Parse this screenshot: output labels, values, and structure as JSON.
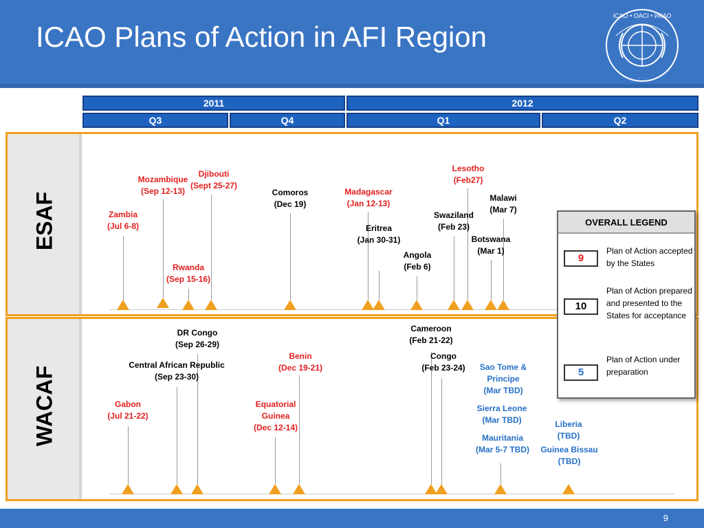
{
  "title": "ICAO Plans of Action in AFI Region",
  "logo": {
    "text_top": "ICAO • OACI • ИКАО",
    "icon": "icao-emblem-icon"
  },
  "timeline": {
    "years": [
      "2011",
      "2012"
    ],
    "quarters": [
      "Q3",
      "Q4",
      "Q1",
      "Q2"
    ]
  },
  "regions": {
    "esaf": "ESAF",
    "wacaf": "WACAF"
  },
  "esaf_events": [
    {
      "name": "Zambia",
      "date": "(Jul 6-8)",
      "color": "red"
    },
    {
      "name": "Mozambique",
      "date": "(Sep 12-13)",
      "color": "red"
    },
    {
      "name": "Rwanda",
      "date": "(Sep 15-16)",
      "color": "red"
    },
    {
      "name": "Djibouti",
      "date": "(Sept 25-27)",
      "color": "red"
    },
    {
      "name": "Comoros",
      "date": "(Dec  19)",
      "color": "black"
    },
    {
      "name": "Madagascar",
      "date": "(Jan 12-13)",
      "color": "red"
    },
    {
      "name": "Eritrea",
      "date": "(Jan 30-31)",
      "color": "black"
    },
    {
      "name": "Angola",
      "date": "(Feb 6)",
      "color": "black"
    },
    {
      "name": "Swaziland",
      "date": "(Feb 23)",
      "color": "black"
    },
    {
      "name": "Lesotho",
      "date": "(Feb27)",
      "color": "red"
    },
    {
      "name": "Botswana",
      "date": "(Mar 1)",
      "color": "black"
    },
    {
      "name": "Malawi",
      "date": "(Mar 7)",
      "color": "black"
    }
  ],
  "wacaf_events": [
    {
      "name": "Gabon",
      "date": "(Jul 21-22)",
      "color": "red"
    },
    {
      "name": "Central African Republic",
      "date": "(Sep 23-30)",
      "color": "black"
    },
    {
      "name": "DR Congo",
      "date": "(Sep 26-29)",
      "color": "black"
    },
    {
      "name": "Equatorial",
      "name2": "Guinea",
      "date": "(Dec 12-14)",
      "color": "red"
    },
    {
      "name": "Benin",
      "date": "(Dec 19-21)",
      "color": "red"
    },
    {
      "name": "Cameroon",
      "date": "(Feb 21-22)",
      "color": "black"
    },
    {
      "name": "Congo",
      "date": "(Feb 23-24)",
      "color": "black"
    },
    {
      "name": "Sao Tome &",
      "name2": "Principe",
      "date": "(Mar TBD)",
      "color": "blue"
    },
    {
      "name": "Sierra Leone",
      "date": "(Mar TBD)",
      "color": "blue"
    },
    {
      "name": "Mauritania",
      "date": "(Mar  5-7 TBD)",
      "color": "blue"
    },
    {
      "name": "Liberia",
      "date": "(TBD)",
      "color": "blue"
    },
    {
      "name": "Guinea Bissau",
      "date": "(TBD)",
      "color": "blue"
    }
  ],
  "legend": {
    "title": "OVERALL LEGEND",
    "items": [
      {
        "count": "9",
        "color": "#e0201f",
        "text": "Plan of Action accepted by the States"
      },
      {
        "count": "10",
        "color": "#000000",
        "text": "Plan of Action prepared and presented to the States for acceptance"
      },
      {
        "count": "5",
        "color": "#2670c8",
        "text": "Plan of Action under preparation"
      }
    ]
  },
  "page_number": "9",
  "colors": {
    "header": "#3a75c4",
    "bar": "#1f63c0",
    "marker": "#f0a020",
    "accepted": "#e0201f",
    "presented": "#000000",
    "preparation": "#2670c8"
  }
}
